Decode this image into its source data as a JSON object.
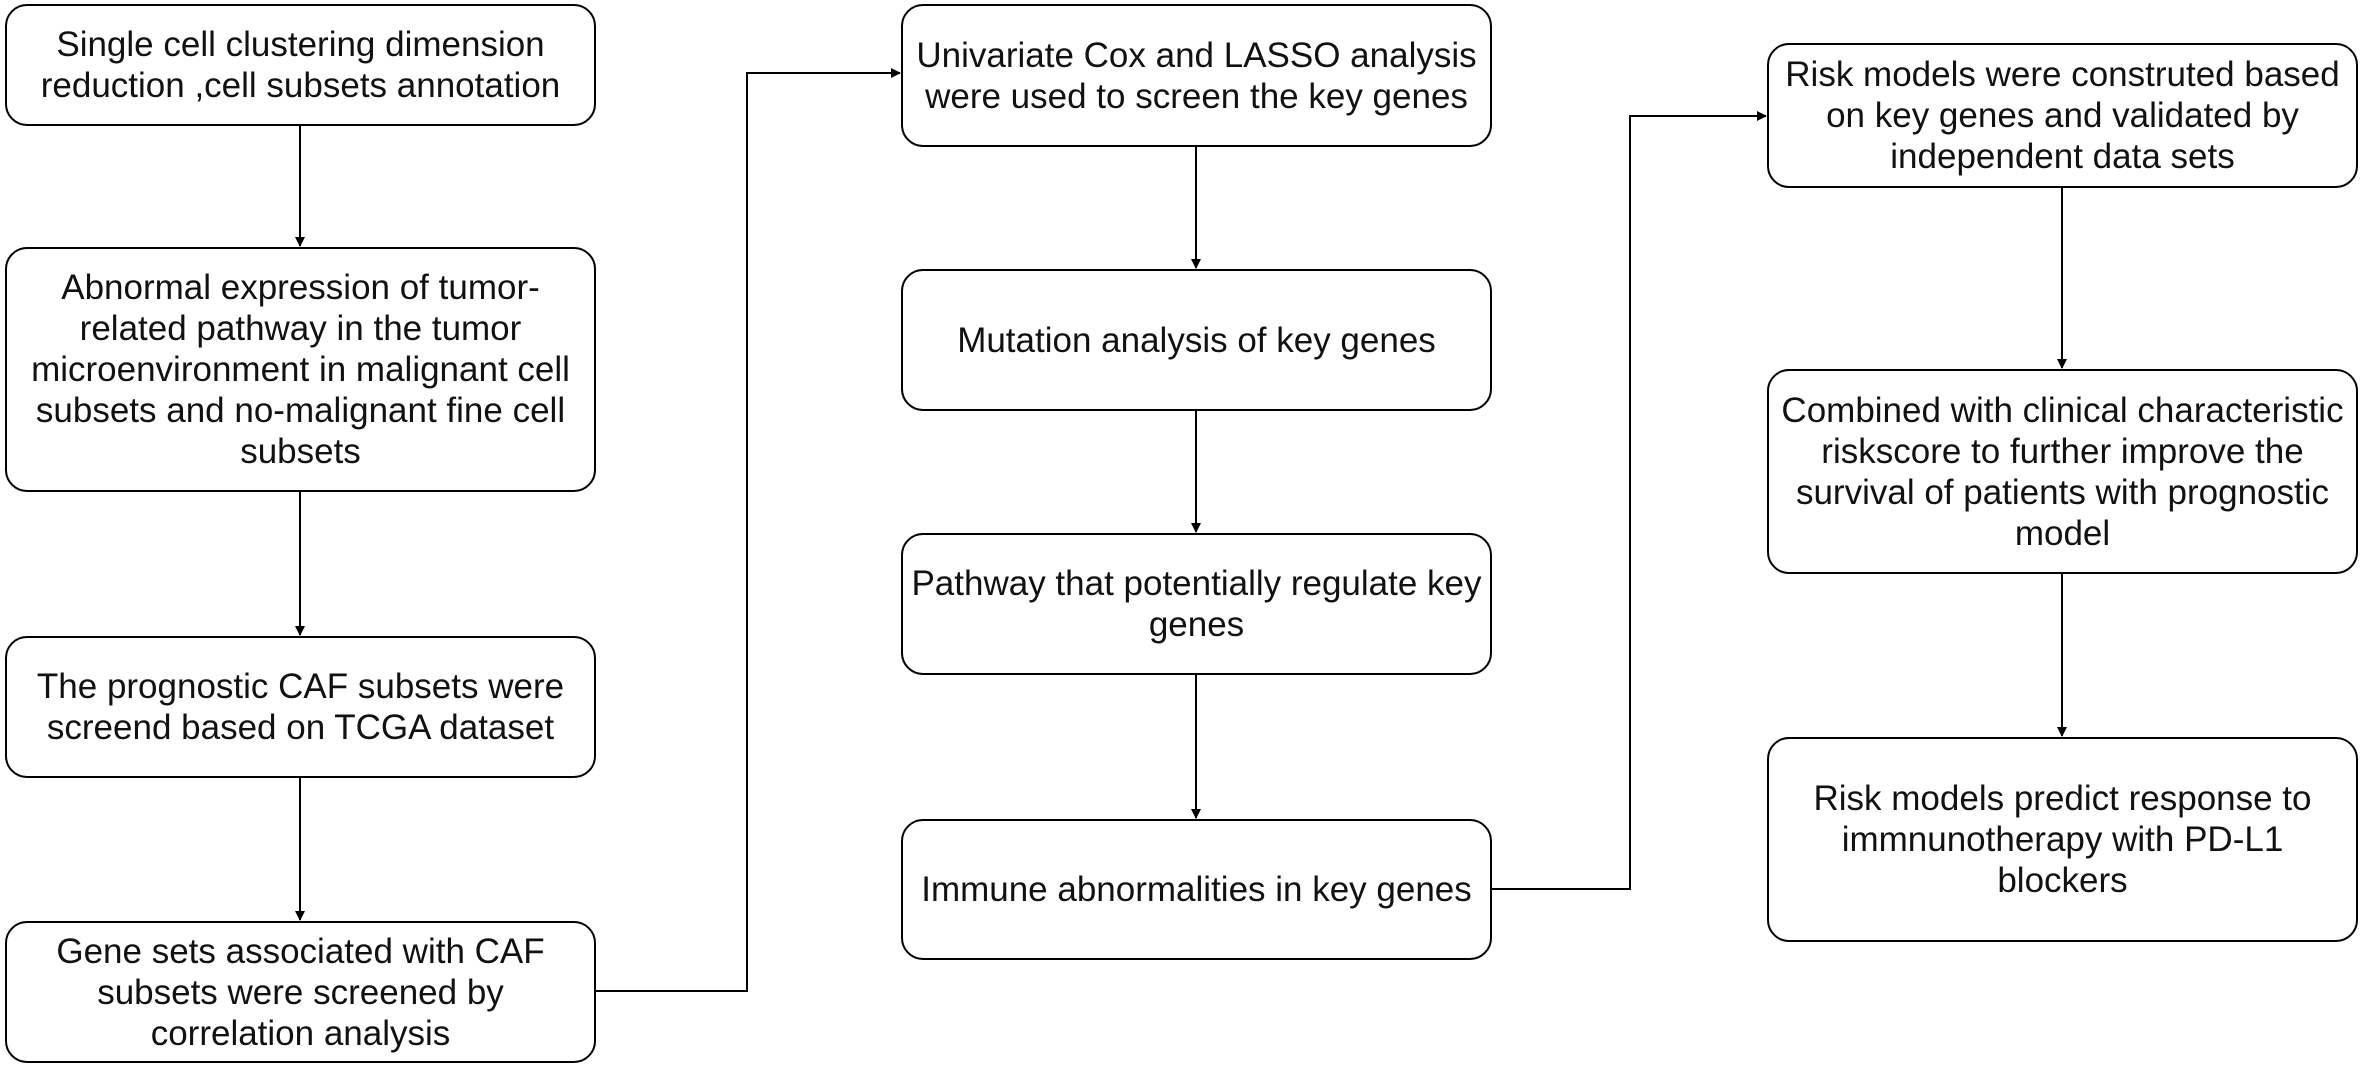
{
  "diagram": {
    "column1": [
      {
        "id": "single-cell",
        "text": "Single cell clustering dimension reduction ,cell subsets annotation"
      },
      {
        "id": "abnormal-expression",
        "text": "Abnormal expression of tumor-related pathway in the tumor microenvironment in malignant cell subsets and no-malignant fine cell subsets"
      },
      {
        "id": "prognostic-caf",
        "text": "The prognostic CAF subsets were screend based on TCGA dataset"
      },
      {
        "id": "gene-sets",
        "text": "Gene sets associated with CAF subsets were screened by correlation analysis"
      }
    ],
    "column2": [
      {
        "id": "cox-lasso",
        "text": "Univariate Cox and LASSO analysis were used to screen the key genes"
      },
      {
        "id": "mutation",
        "text": "Mutation analysis of key genes"
      },
      {
        "id": "pathway",
        "text": "Pathway that potentially regulate key genes"
      },
      {
        "id": "immune",
        "text": "Immune abnormalities in key genes"
      }
    ],
    "column3": [
      {
        "id": "risk-models",
        "text": "Risk models were construted based on key genes and validated by independent data sets"
      },
      {
        "id": "combined",
        "text": "Combined with clinical characteristic riskscore to further improve the survival of patients with prognostic model"
      },
      {
        "id": "immunotherapy",
        "text": "Risk models predict response to immnunotherapy with PD-L1 blockers"
      }
    ],
    "edges": [
      [
        "single-cell",
        "abnormal-expression"
      ],
      [
        "abnormal-expression",
        "prognostic-caf"
      ],
      [
        "prognostic-caf",
        "gene-sets"
      ],
      [
        "gene-sets",
        "cox-lasso"
      ],
      [
        "cox-lasso",
        "mutation"
      ],
      [
        "mutation",
        "pathway"
      ],
      [
        "pathway",
        "immune"
      ],
      [
        "immune",
        "risk-models"
      ],
      [
        "risk-models",
        "combined"
      ],
      [
        "combined",
        "immunotherapy"
      ]
    ]
  }
}
